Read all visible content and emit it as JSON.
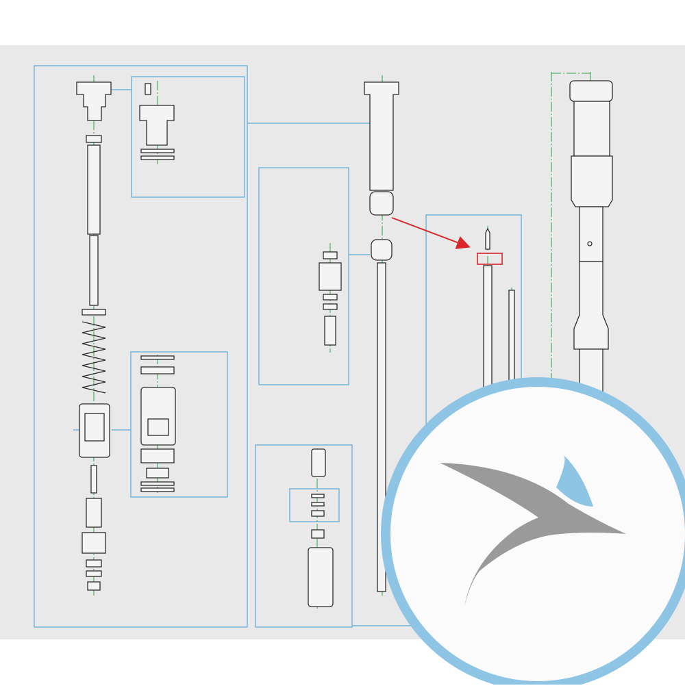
{
  "diagram": {
    "type": "exploded-technical-drawing",
    "colors": {
      "page_background": "#ffffff",
      "sheet_background": "#e9e9ea",
      "frame_line": "#5aa9d6",
      "part_outline": "#2b2b2b",
      "center_line": "#2e9e4a",
      "highlight": "#d9262b",
      "logo_ring": "#8ec4e4",
      "logo_disc": "#fbfbfb",
      "logo_bird_grey": "#9a9a9a",
      "logo_bird_blue": "#8ec4e4"
    },
    "groups": [
      "top-cap-assembly",
      "damper-rod-and-spring-assembly",
      "cartridge-detail",
      "valve-stack-detail",
      "lower-valve-detail",
      "complete-cartridge",
      "highlighted-needle-detail",
      "fork-leg"
    ],
    "highlight": {
      "marker": "red-box",
      "pointer": "red-arrow"
    },
    "logo": {
      "kind": "circular-badge",
      "emblem": "stylized-bird"
    }
  }
}
